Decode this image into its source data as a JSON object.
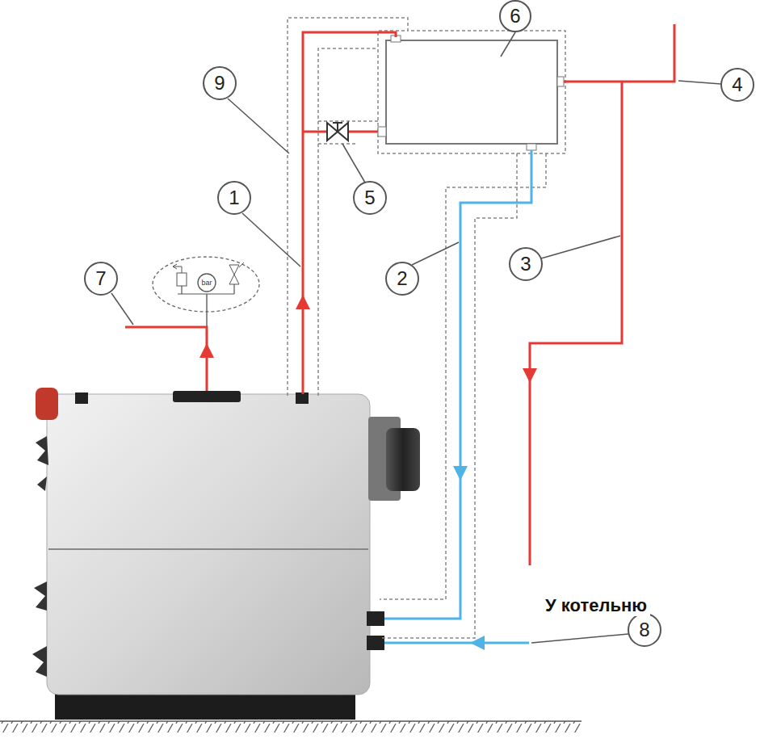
{
  "diagram": {
    "labels": [
      "9",
      "1",
      "5",
      "6",
      "4",
      "7",
      "3",
      "2",
      "8",
      "bar",
      "У котельню"
    ]
  }
}
